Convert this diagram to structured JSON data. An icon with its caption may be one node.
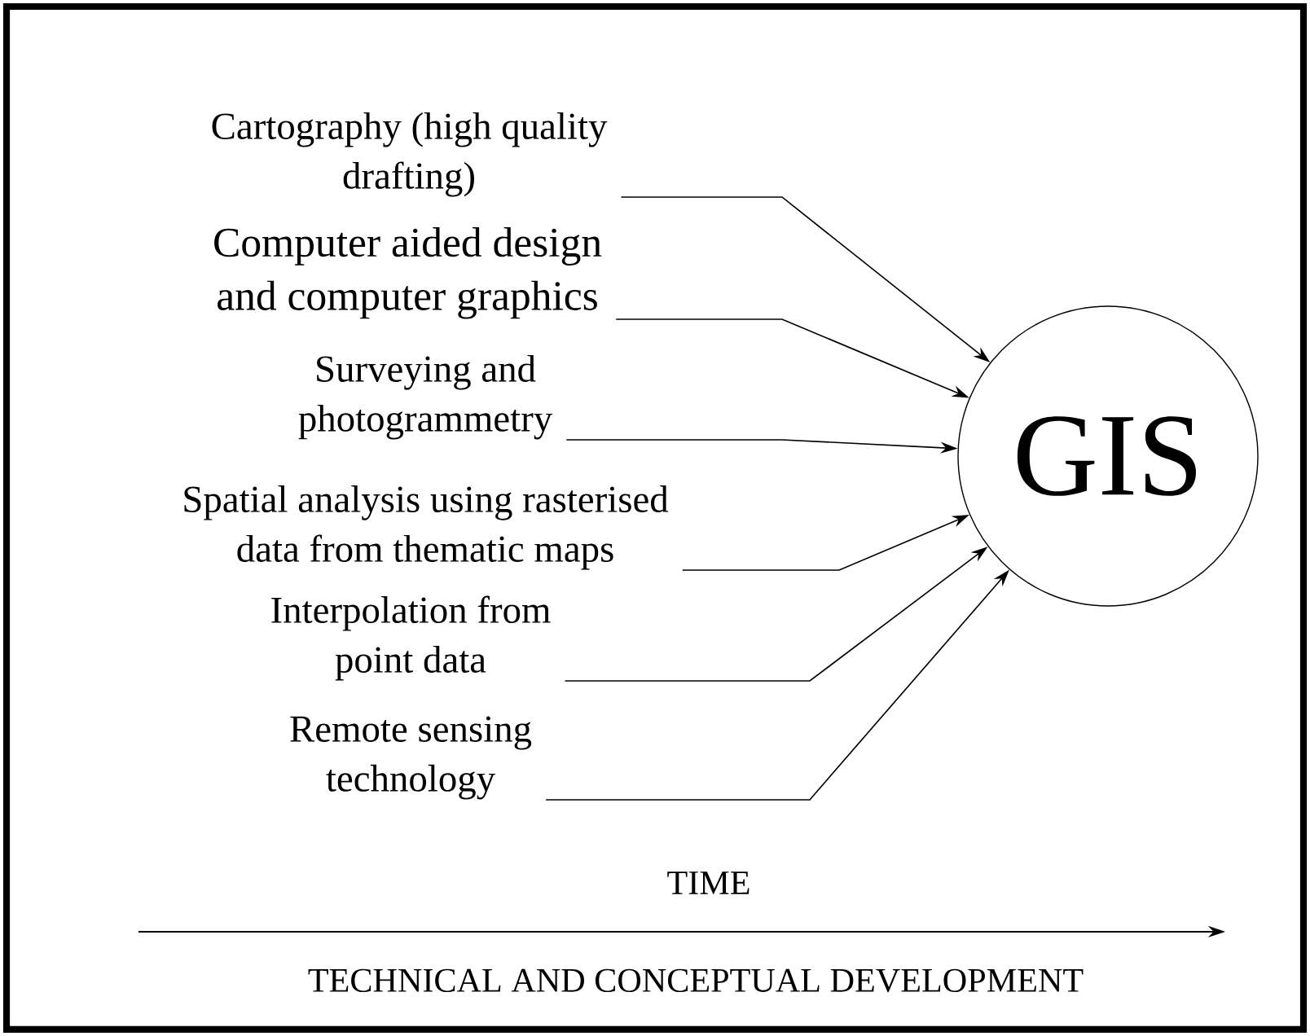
{
  "diagram": {
    "nodes": [
      {
        "text": [
          "Cartography (high quality drafting)"
        ]
      },
      {
        "text": [
          "Computer aided design and computer graphics"
        ]
      },
      {
        "text": [
          "Surveying and photogrammetry"
        ]
      },
      {
        "text": [
          "Spatial analysis using rasterised data from thematic maps"
        ]
      },
      {
        "text": [
          "Interpolation from point data"
        ]
      },
      {
        "text": [
          "Remote sensing technology"
        ]
      },
      {
        "text": [
          "GIS"
        ]
      }
    ],
    "edges": [
      {
        "from": 0,
        "to": 6,
        "arrow": "to"
      },
      {
        "from": 1,
        "to": 6,
        "arrow": "to"
      },
      {
        "from": 2,
        "to": 6,
        "arrow": "to"
      },
      {
        "from": 3,
        "to": 6,
        "arrow": "to"
      },
      {
        "from": 4,
        "to": 6,
        "arrow": "to"
      },
      {
        "from": 5,
        "to": 6,
        "arrow": "to"
      }
    ],
    "labels": [
      "TIME",
      "TECHNICAL AND CONCEPTUAL DEVELOPMENT"
    ]
  }
}
